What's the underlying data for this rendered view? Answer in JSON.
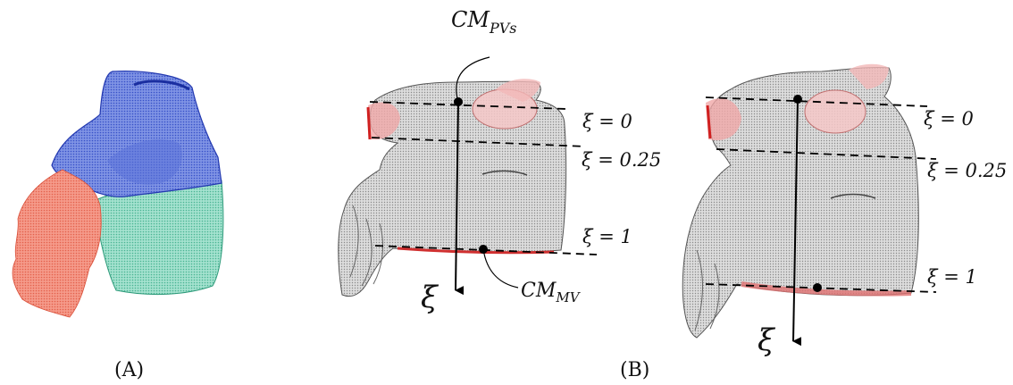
{
  "panels": {
    "a_label": "(A)",
    "b_label": "(B)"
  },
  "annotations": {
    "cm_pvs": {
      "main": "CM",
      "sub": "PVs"
    },
    "cm_mv": {
      "main": "CM",
      "sub": "MV"
    },
    "xi_symbol": "ξ",
    "levels": [
      "ξ = 0",
      "ξ = 0.25",
      "ξ = 1"
    ]
  },
  "colors": {
    "region_top": "#4a63d4",
    "region_bottom": "#5cc7a8",
    "region_appendage": "#f07a66",
    "mesh_gray": "#7a7a7a",
    "pv_red": "#e06060",
    "mv_red": "#d03030"
  }
}
